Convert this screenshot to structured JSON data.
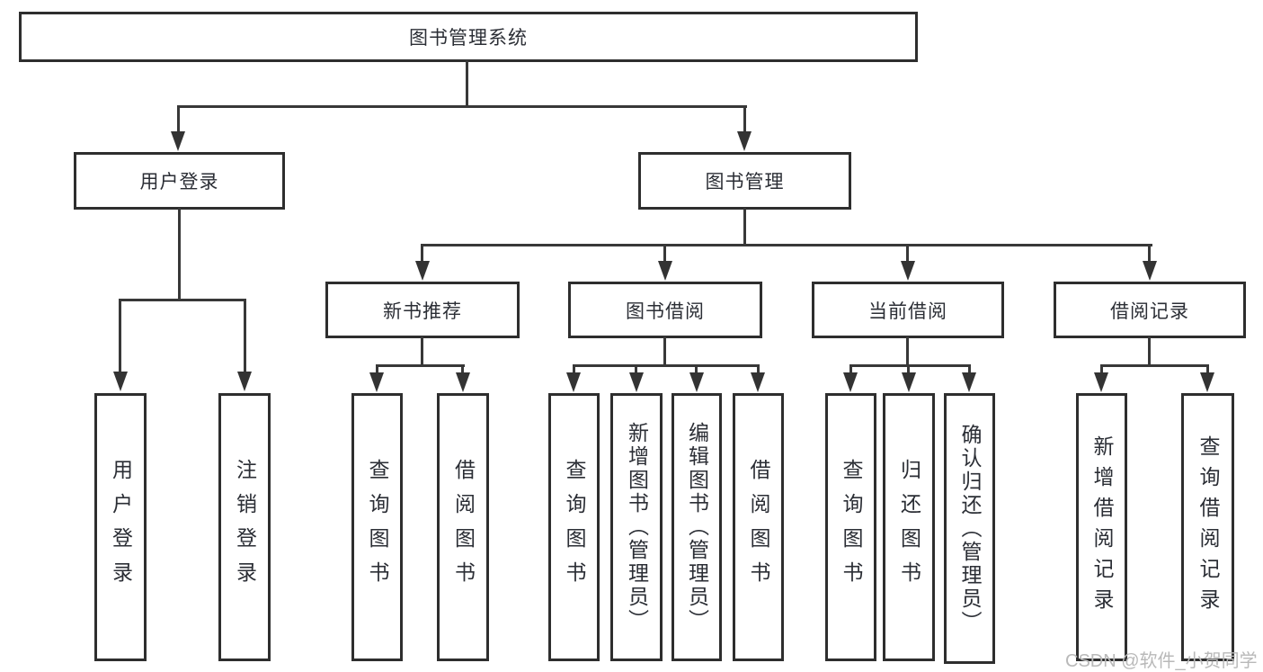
{
  "watermark": "CSDN @软件_小贺同学",
  "colors": {
    "line": "#383838",
    "border": "#2e2e2e",
    "text": "#2b2e35",
    "watermark": "#b9b9b9",
    "background": "#ffffff"
  },
  "tree": {
    "root": {
      "label": "图书管理系统"
    },
    "level1": [
      {
        "label": "用户登录"
      },
      {
        "label": "图书管理"
      }
    ],
    "level2": [
      {
        "label": "新书推荐"
      },
      {
        "label": "图书借阅"
      },
      {
        "label": "当前借阅"
      },
      {
        "label": "借阅记录"
      }
    ],
    "leaves": {
      "user_login": [
        {
          "label": "用户登录"
        },
        {
          "label": "注销登录"
        }
      ],
      "new_book_rec": [
        {
          "label": "查询图书"
        },
        {
          "label": "借阅图书"
        }
      ],
      "book_borrow": [
        {
          "label": "查询图书"
        },
        {
          "label": "新增图书（管理员）"
        },
        {
          "label": "编辑图书（管理员）"
        },
        {
          "label": "借阅图书"
        }
      ],
      "current_borrow": [
        {
          "label": "查询图书"
        },
        {
          "label": "归还图书"
        },
        {
          "label": "确认归还（管理员）"
        }
      ],
      "borrow_record": [
        {
          "label": "新增借阅记录"
        },
        {
          "label": "查询借阅记录"
        }
      ]
    }
  }
}
